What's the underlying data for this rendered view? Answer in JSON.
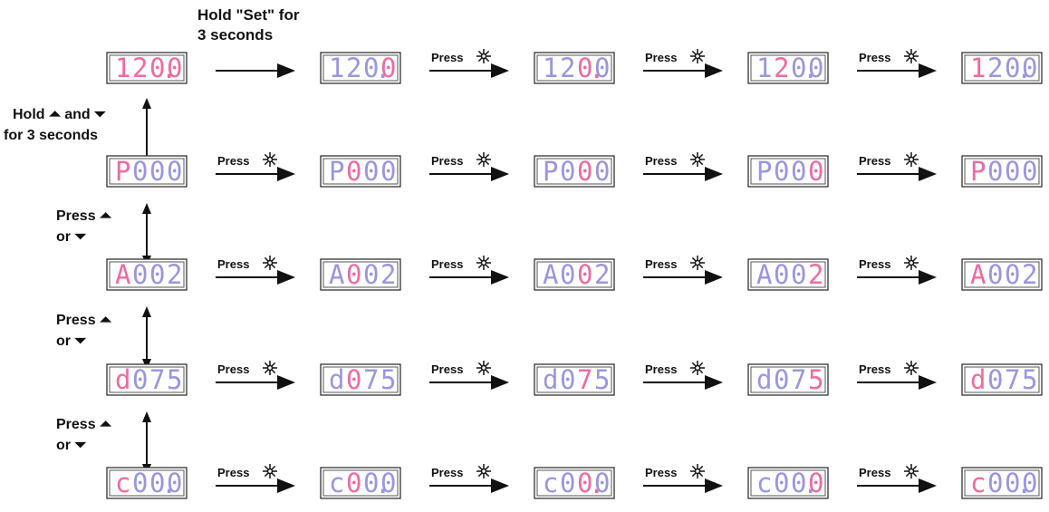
{
  "top_label_lines": [
    "Hold \"Set\" for",
    "3 seconds"
  ],
  "side_labels": [
    {
      "lines": [
        "Hold ⏶ and ⏷",
        "for 3 seconds"
      ]
    },
    {
      "lines": [
        "Press ⏶",
        "or ⏷"
      ]
    },
    {
      "lines": [
        "Press ⏶",
        "or ⏷"
      ]
    },
    {
      "lines": [
        "Press ⏶",
        "or ⏷"
      ]
    }
  ],
  "press_label": "Press",
  "press_icon": "sun-burst-icon",
  "colors": {
    "highlight": "#f06aa0",
    "normal": "#9a95e0",
    "frame": "#333333"
  },
  "rows": [
    {
      "id": "setpoint",
      "chars": [
        "1",
        "2",
        "0",
        "0"
      ],
      "decimal_after": 2
    },
    {
      "id": "P",
      "chars": [
        "P",
        "0",
        "0",
        "0"
      ],
      "decimal_after": -1
    },
    {
      "id": "A",
      "chars": [
        "A",
        "0",
        "0",
        "2"
      ],
      "decimal_after": -1
    },
    {
      "id": "d",
      "chars": [
        "d",
        "0",
        "7",
        "5"
      ],
      "decimal_after": -1
    },
    {
      "id": "c",
      "chars": [
        "c",
        "0",
        "0",
        "0"
      ],
      "decimal_after": 2
    }
  ],
  "highlight_pattern": [
    [
      null,
      3,
      2,
      1,
      0
    ],
    [
      0,
      1,
      2,
      3,
      0
    ],
    [
      0,
      1,
      2,
      3,
      0
    ],
    [
      0,
      1,
      2,
      3,
      0
    ],
    [
      0,
      1,
      2,
      3,
      0
    ]
  ]
}
